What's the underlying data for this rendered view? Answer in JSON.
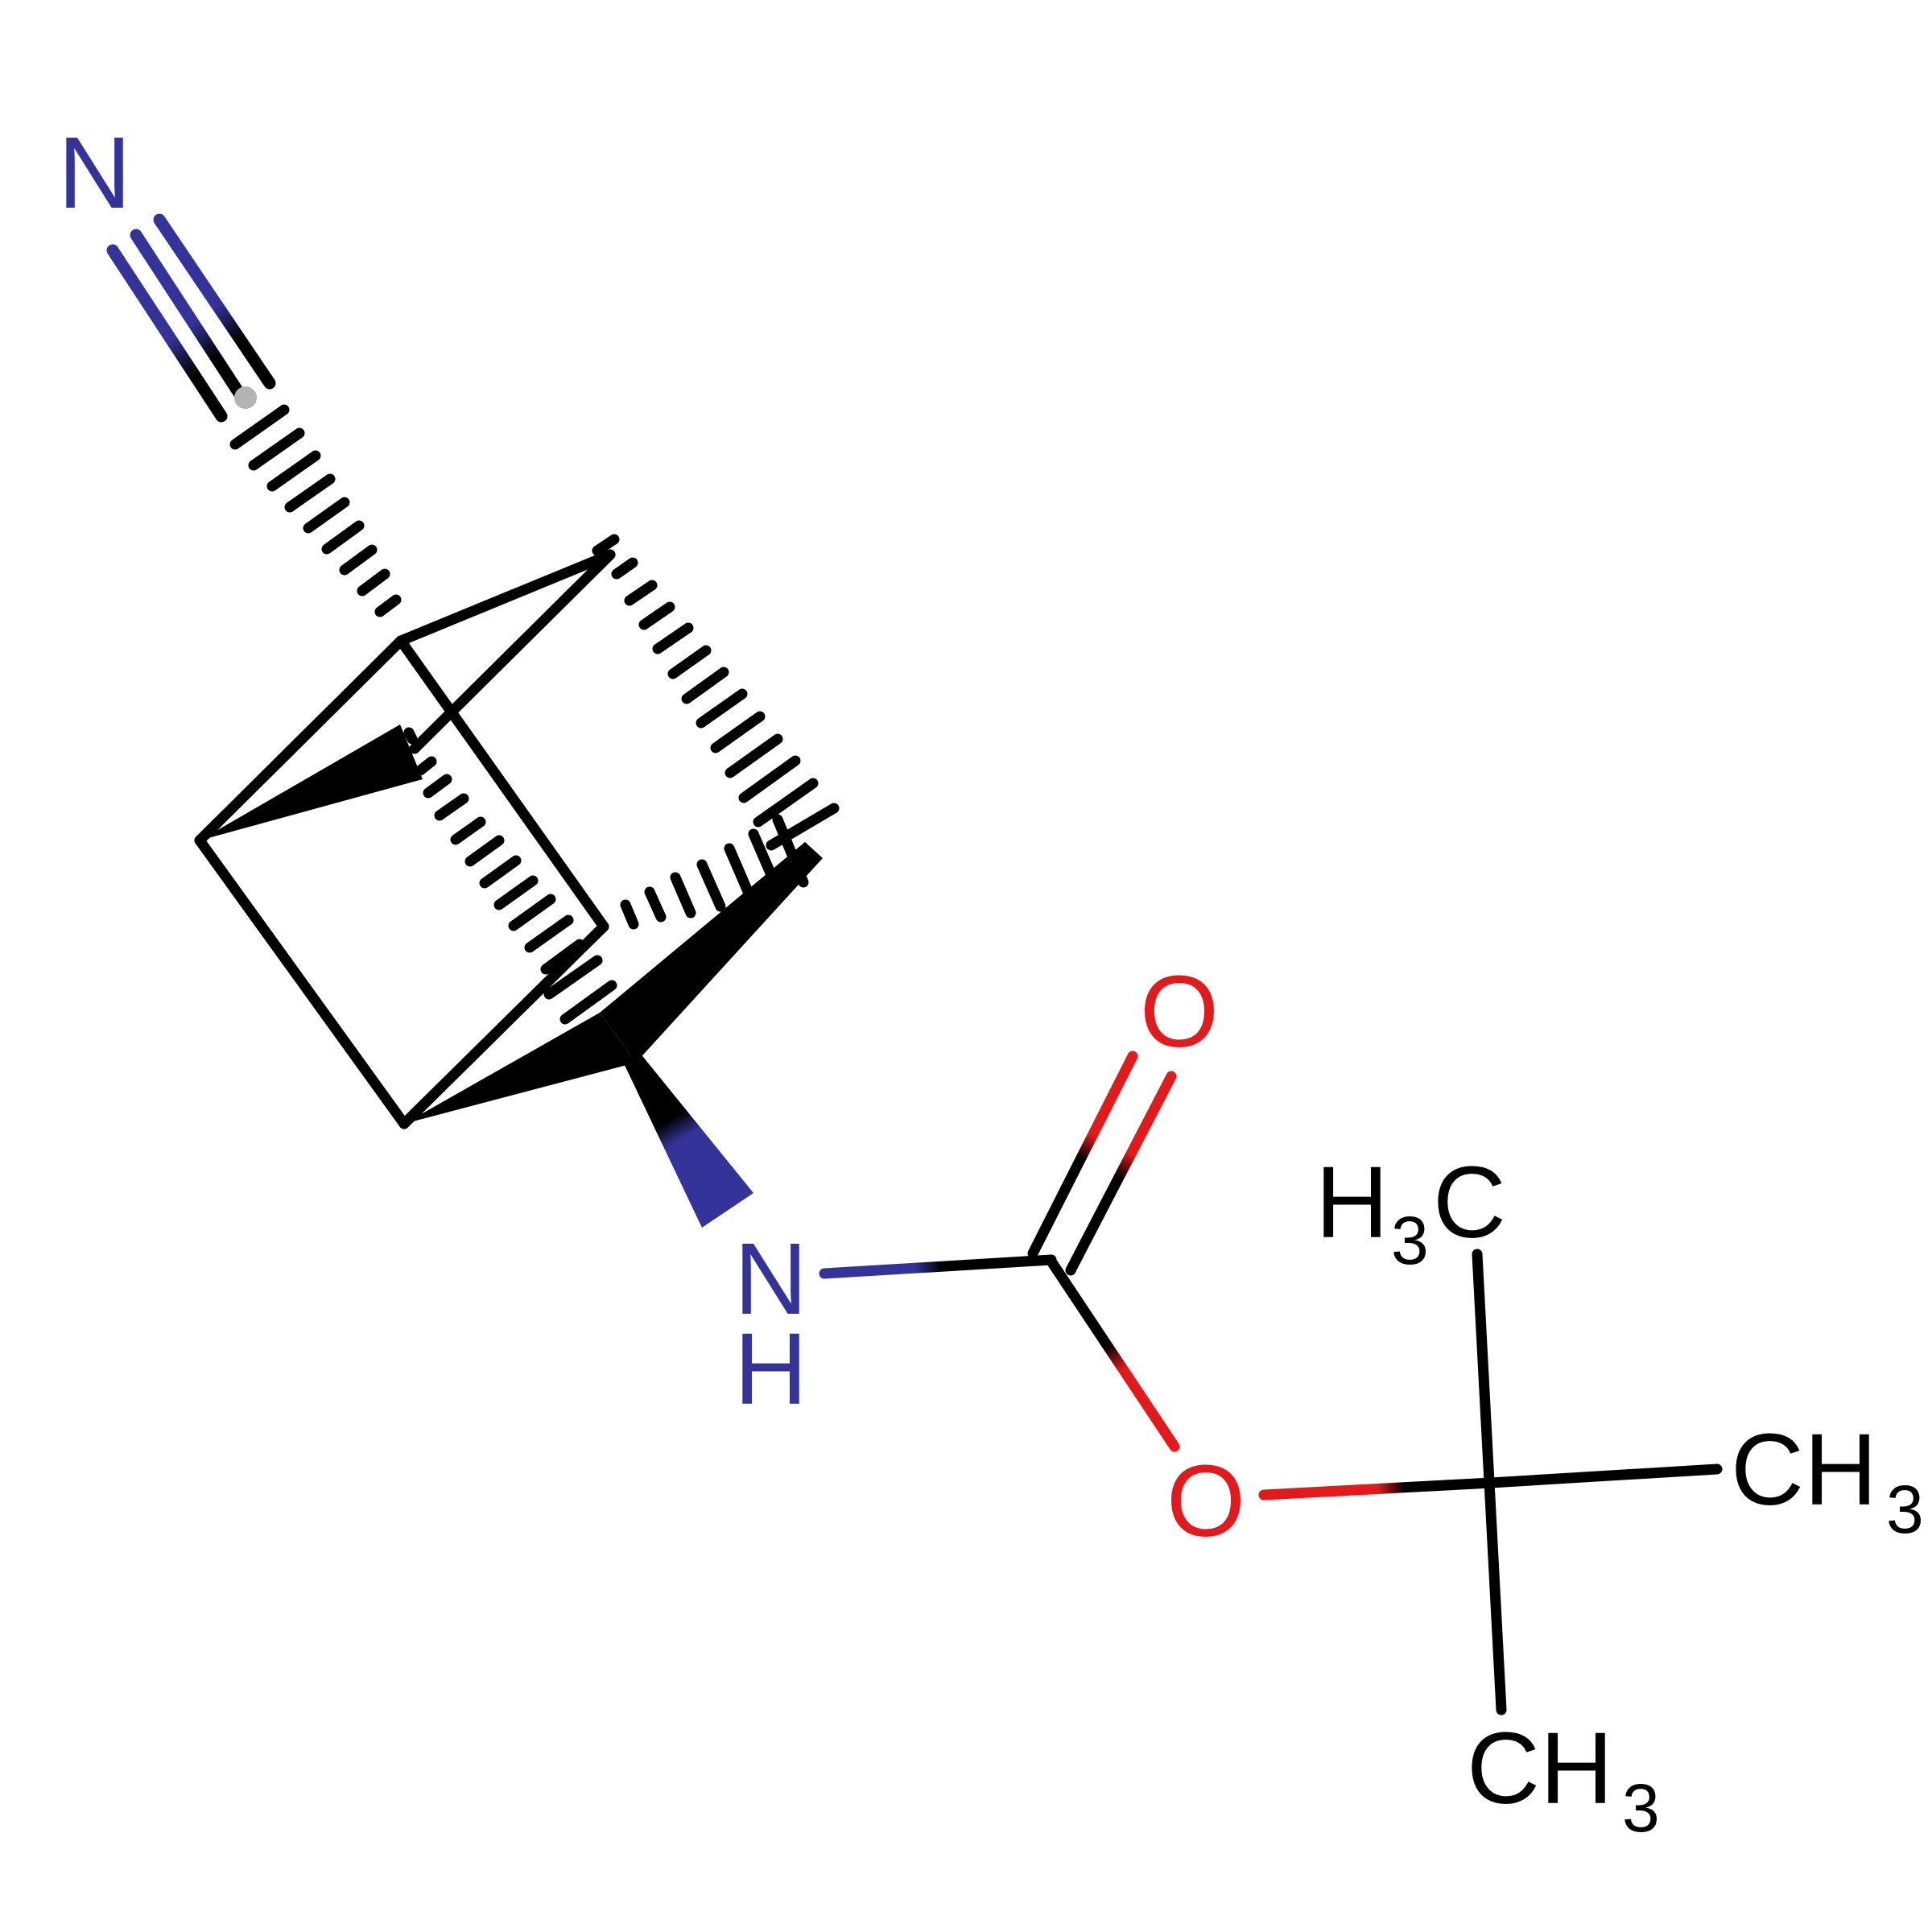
{
  "molecule": {
    "name": "tert-butyl N-(cyano-substituted cage bicycloalkyl)carbamate",
    "colors": {
      "carbon": "#000000",
      "nitrogen": "#333399",
      "oxygen": "#e31a1c",
      "background": "#ffffff",
      "hash_gray": "#b3b3b3"
    },
    "labels": {
      "nitrile_n": "N",
      "amide_n": "N",
      "amide_h": "H",
      "carbonyl_o": "O",
      "ester_o": "O",
      "methyl_top": {
        "main_left": "H",
        "sub": "3",
        "main_right": "C"
      },
      "methyl_right": {
        "main": "CH",
        "sub": "3"
      },
      "methyl_bottom": {
        "main": "CH",
        "sub": "3"
      }
    },
    "bond_types": [
      "triple",
      "hashed-wedge",
      "solid-wedge",
      "single",
      "double"
    ]
  }
}
